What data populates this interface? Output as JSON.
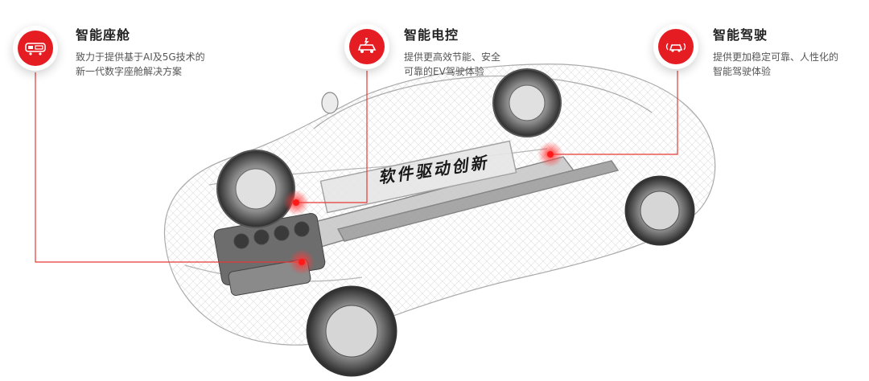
{
  "features": [
    {
      "icon": "cockpit-icon",
      "title": "智能座舱",
      "desc_line1": "致力于提供基于AI及5G技术的",
      "desc_line2": "新一代数字座舱解决方案"
    },
    {
      "icon": "ev-car-icon",
      "title": "智能电控",
      "desc_line1": "提供更高效节能、安全",
      "desc_line2": "可靠的EV驾驶体验"
    },
    {
      "icon": "radar-car-icon",
      "title": "智能驾驶",
      "desc_line1": "提供更加稳定可靠、人性化的",
      "desc_line2": "智能驾驶体验"
    }
  ],
  "banner": "软件驱动创新",
  "colors": {
    "accent": "#e51d23",
    "line": "#e53935",
    "text": "#222222",
    "muted": "#555555"
  }
}
